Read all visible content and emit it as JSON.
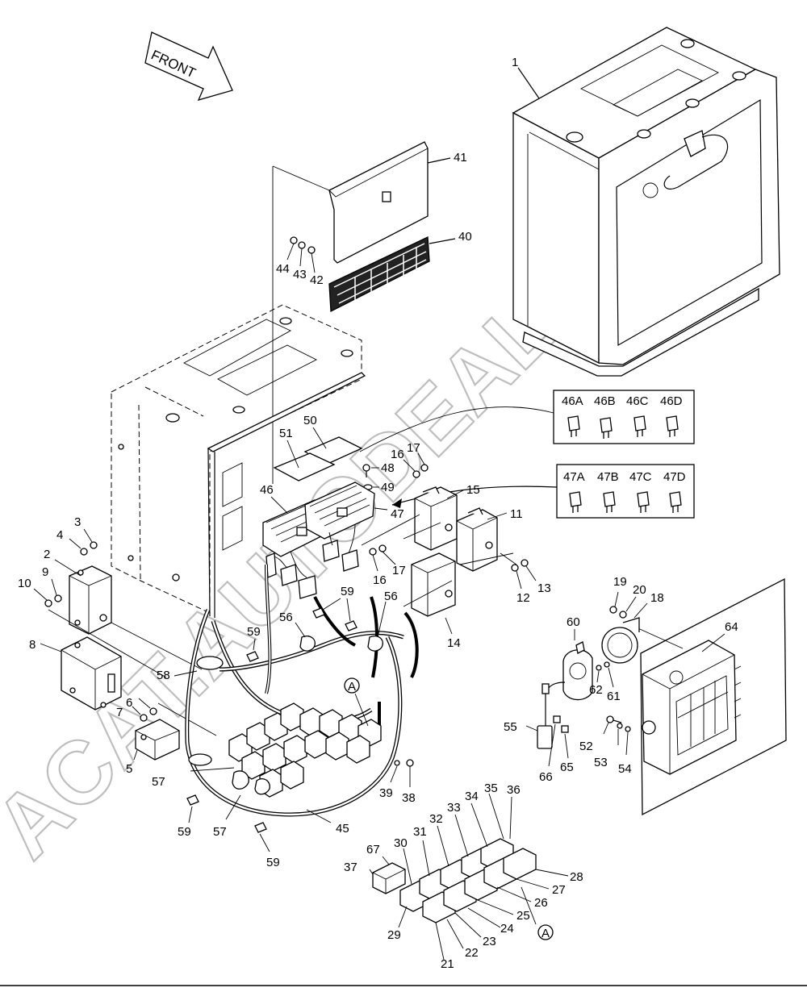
{
  "watermark": "ACAT.AUTODEALER.RU",
  "front_label": "FRONT",
  "callouts": {
    "c1": "1",
    "c2": "2",
    "c3": "3",
    "c4": "4",
    "c5": "5",
    "c6": "6",
    "c7": "7",
    "c8": "8",
    "c9": "9",
    "c10": "10",
    "c11": "11",
    "c12": "12",
    "c13": "13",
    "c14": "14",
    "c15": "15",
    "c16a": "16",
    "c16b": "16",
    "c17a": "17",
    "c17b": "17",
    "c18": "18",
    "c19": "19",
    "c20": "20",
    "c21": "21",
    "c22": "22",
    "c23": "23",
    "c24": "24",
    "c25": "25",
    "c26": "26",
    "c27": "27",
    "c28": "28",
    "c29": "29",
    "c30": "30",
    "c31": "31",
    "c32": "32",
    "c33": "33",
    "c34": "34",
    "c35": "35",
    "c36": "36",
    "c37": "37",
    "c38": "38",
    "c39": "39",
    "c40": "40",
    "c41": "41",
    "c42": "42",
    "c43": "43",
    "c44": "44",
    "c45": "45",
    "c46": "46",
    "c47": "47",
    "c48": "48",
    "c49": "49",
    "c50": "50",
    "c51": "51",
    "c52": "52",
    "c53": "53",
    "c54": "54",
    "c55": "55",
    "c56a": "56",
    "c56b": "56",
    "c57a": "57",
    "c57b": "57",
    "c58": "58",
    "c59a": "59",
    "c59b": "59",
    "c59c": "59",
    "c59d": "59",
    "c60": "60",
    "c61": "61",
    "c62": "62",
    "c64": "64",
    "c65": "65",
    "c66": "66",
    "c67": "67"
  },
  "fuse_box_46": [
    "46A",
    "46B",
    "46C",
    "46D"
  ],
  "fuse_box_47": [
    "47A",
    "47B",
    "47C",
    "47D"
  ],
  "ref_a_top": "A",
  "ref_a_bottom": "A"
}
